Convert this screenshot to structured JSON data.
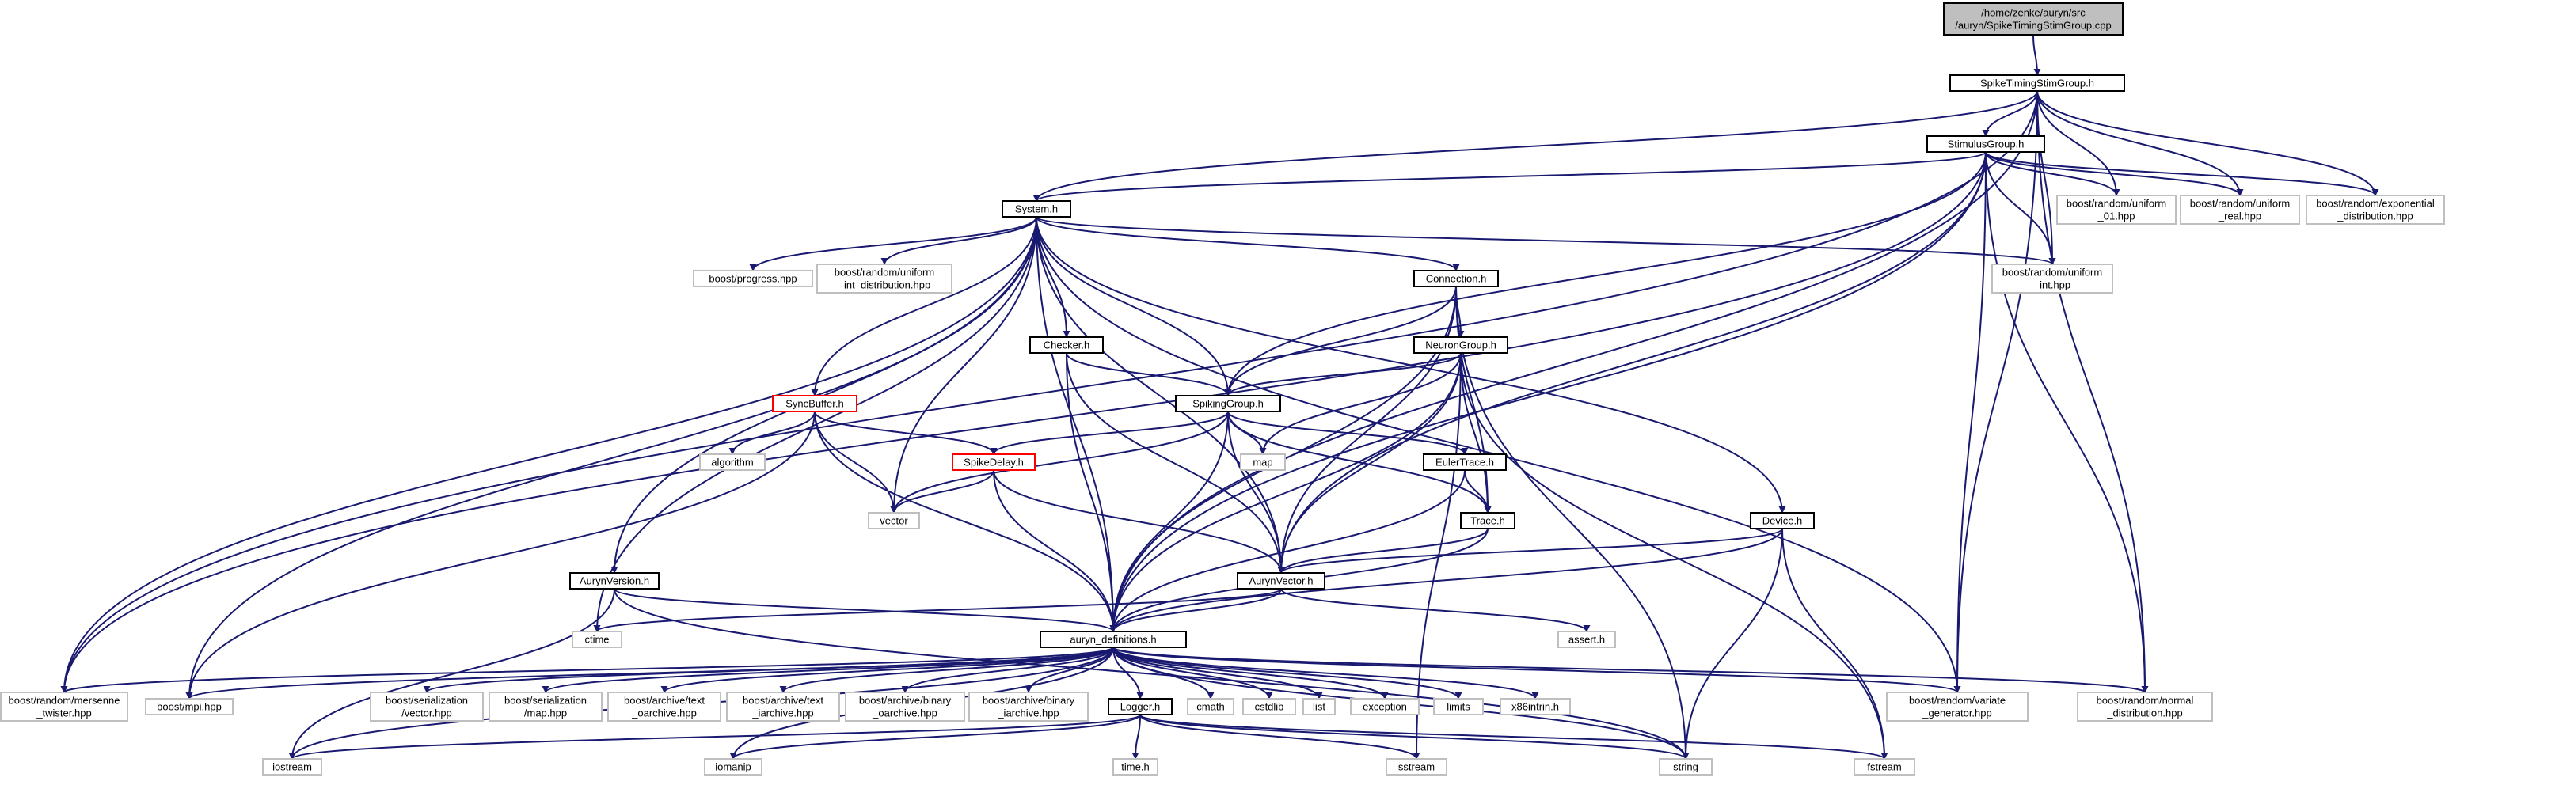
{
  "colors": {
    "edge": "#191970",
    "root_fill": "#bfbfbf",
    "root_border": "#000000",
    "documented_border": "#000000",
    "truncated_border": "#ff0000",
    "external_border": "#bfbfbf",
    "external_text": "#555555",
    "background": "#ffffff"
  },
  "nodes": [
    {
      "id": "root",
      "lines": [
        "/home/zenke/auryn/src",
        "/auryn/SpikeTimingStimGroup.cpp"
      ],
      "kind": "root"
    },
    {
      "id": "stsg",
      "lines": [
        "SpikeTimingStimGroup.h"
      ],
      "kind": "documented"
    },
    {
      "id": "stim",
      "lines": [
        "StimulusGroup.h"
      ],
      "kind": "documented"
    },
    {
      "id": "system",
      "lines": [
        "System.h"
      ],
      "kind": "documented"
    },
    {
      "id": "u01",
      "lines": [
        "boost/random/uniform",
        "_01.hpp"
      ],
      "kind": "external"
    },
    {
      "id": "ureal",
      "lines": [
        "boost/random/uniform",
        "_real.hpp"
      ],
      "kind": "external"
    },
    {
      "id": "expdist",
      "lines": [
        "boost/random/exponential",
        "_distribution.hpp"
      ],
      "kind": "external"
    },
    {
      "id": "progress",
      "lines": [
        "boost/progress.hpp"
      ],
      "kind": "external"
    },
    {
      "id": "uintdist",
      "lines": [
        "boost/random/uniform",
        "_int_distribution.hpp"
      ],
      "kind": "external"
    },
    {
      "id": "connection",
      "lines": [
        "Connection.h"
      ],
      "kind": "documented"
    },
    {
      "id": "uint",
      "lines": [
        "boost/random/uniform",
        "_int.hpp"
      ],
      "kind": "external"
    },
    {
      "id": "checker",
      "lines": [
        "Checker.h"
      ],
      "kind": "documented"
    },
    {
      "id": "neurongroup",
      "lines": [
        "NeuronGroup.h"
      ],
      "kind": "documented"
    },
    {
      "id": "syncbuffer",
      "lines": [
        "SyncBuffer.h"
      ],
      "kind": "truncated"
    },
    {
      "id": "spikinggroup",
      "lines": [
        "SpikingGroup.h"
      ],
      "kind": "documented"
    },
    {
      "id": "algorithm",
      "lines": [
        "algorithm"
      ],
      "kind": "external"
    },
    {
      "id": "spikedelay",
      "lines": [
        "SpikeDelay.h"
      ],
      "kind": "truncated"
    },
    {
      "id": "map",
      "lines": [
        "map"
      ],
      "kind": "external"
    },
    {
      "id": "eulertrace",
      "lines": [
        "EulerTrace.h"
      ],
      "kind": "documented"
    },
    {
      "id": "vector",
      "lines": [
        "vector"
      ],
      "kind": "external"
    },
    {
      "id": "trace",
      "lines": [
        "Trace.h"
      ],
      "kind": "documented"
    },
    {
      "id": "device",
      "lines": [
        "Device.h"
      ],
      "kind": "documented"
    },
    {
      "id": "aurynversion",
      "lines": [
        "AurynVersion.h"
      ],
      "kind": "documented"
    },
    {
      "id": "aurynvector",
      "lines": [
        "AurynVector.h"
      ],
      "kind": "documented"
    },
    {
      "id": "ctime",
      "lines": [
        "ctime"
      ],
      "kind": "external"
    },
    {
      "id": "assert",
      "lines": [
        "assert.h"
      ],
      "kind": "external"
    },
    {
      "id": "defs",
      "lines": [
        "auryn_definitions.h"
      ],
      "kind": "documented"
    },
    {
      "id": "mersenne",
      "lines": [
        "boost/random/mersenne",
        "_twister.hpp"
      ],
      "kind": "external"
    },
    {
      "id": "mpi",
      "lines": [
        "boost/mpi.hpp"
      ],
      "kind": "external"
    },
    {
      "id": "servector",
      "lines": [
        "boost/serialization",
        "/vector.hpp"
      ],
      "kind": "external"
    },
    {
      "id": "sermap",
      "lines": [
        "boost/serialization",
        "/map.hpp"
      ],
      "kind": "external"
    },
    {
      "id": "textoarchive",
      "lines": [
        "boost/archive/text",
        "_oarchive.hpp"
      ],
      "kind": "external"
    },
    {
      "id": "textiarchive",
      "lines": [
        "boost/archive/text",
        "_iarchive.hpp"
      ],
      "kind": "external"
    },
    {
      "id": "binoarchive",
      "lines": [
        "boost/archive/binary",
        "_oarchive.hpp"
      ],
      "kind": "external"
    },
    {
      "id": "biniarchive",
      "lines": [
        "boost/archive/binary",
        "_iarchive.hpp"
      ],
      "kind": "external"
    },
    {
      "id": "logger",
      "lines": [
        "Logger.h"
      ],
      "kind": "documented"
    },
    {
      "id": "cmath",
      "lines": [
        "cmath"
      ],
      "kind": "external"
    },
    {
      "id": "cstdlib",
      "lines": [
        "cstdlib"
      ],
      "kind": "external"
    },
    {
      "id": "list",
      "lines": [
        "list"
      ],
      "kind": "external"
    },
    {
      "id": "exception",
      "lines": [
        "exception"
      ],
      "kind": "external"
    },
    {
      "id": "limits",
      "lines": [
        "limits"
      ],
      "kind": "external"
    },
    {
      "id": "x86intrin",
      "lines": [
        "x86intrin.h"
      ],
      "kind": "external"
    },
    {
      "id": "variate",
      "lines": [
        "boost/random/variate",
        "_generator.hpp"
      ],
      "kind": "external"
    },
    {
      "id": "normaldist",
      "lines": [
        "boost/random/normal",
        "_distribution.hpp"
      ],
      "kind": "external"
    },
    {
      "id": "iostream",
      "lines": [
        "iostream"
      ],
      "kind": "external"
    },
    {
      "id": "iomanip",
      "lines": [
        "iomanip"
      ],
      "kind": "external"
    },
    {
      "id": "timeh",
      "lines": [
        "time.h"
      ],
      "kind": "external"
    },
    {
      "id": "sstream",
      "lines": [
        "sstream"
      ],
      "kind": "external"
    },
    {
      "id": "string",
      "lines": [
        "string"
      ],
      "kind": "external"
    },
    {
      "id": "fstream",
      "lines": [
        "fstream"
      ],
      "kind": "external"
    }
  ],
  "edges": [
    [
      "root",
      "stsg"
    ],
    [
      "stsg",
      "stim"
    ],
    [
      "stsg",
      "system"
    ],
    [
      "stsg",
      "u01"
    ],
    [
      "stsg",
      "ureal"
    ],
    [
      "stsg",
      "expdist"
    ],
    [
      "stsg",
      "uint"
    ],
    [
      "stsg",
      "mersenne"
    ],
    [
      "stsg",
      "defs"
    ],
    [
      "stsg",
      "variate"
    ],
    [
      "stsg",
      "normaldist"
    ],
    [
      "stim",
      "system"
    ],
    [
      "stim",
      "u01"
    ],
    [
      "stim",
      "ureal"
    ],
    [
      "stim",
      "expdist"
    ],
    [
      "stim",
      "uint"
    ],
    [
      "stim",
      "spikinggroup"
    ],
    [
      "stim",
      "aurynvector"
    ],
    [
      "stim",
      "defs"
    ],
    [
      "stim",
      "mersenne"
    ],
    [
      "stim",
      "variate"
    ],
    [
      "stim",
      "normaldist"
    ],
    [
      "system",
      "progress"
    ],
    [
      "system",
      "uintdist"
    ],
    [
      "system",
      "connection"
    ],
    [
      "system",
      "uint"
    ],
    [
      "system",
      "checker"
    ],
    [
      "system",
      "syncbuffer"
    ],
    [
      "system",
      "spikinggroup"
    ],
    [
      "system",
      "device"
    ],
    [
      "system",
      "aurynversion"
    ],
    [
      "system",
      "aurynvector"
    ],
    [
      "system",
      "vector"
    ],
    [
      "system",
      "ctime"
    ],
    [
      "system",
      "defs"
    ],
    [
      "system",
      "mersenne"
    ],
    [
      "system",
      "mpi"
    ],
    [
      "system",
      "variate"
    ],
    [
      "connection",
      "neurongroup"
    ],
    [
      "connection",
      "spikinggroup"
    ],
    [
      "connection",
      "aurynvector"
    ],
    [
      "connection",
      "trace"
    ],
    [
      "connection",
      "defs"
    ],
    [
      "connection",
      "string"
    ],
    [
      "checker",
      "spikinggroup"
    ],
    [
      "checker",
      "aurynvector"
    ],
    [
      "checker",
      "defs"
    ],
    [
      "neurongroup",
      "spikinggroup"
    ],
    [
      "neurongroup",
      "map"
    ],
    [
      "neurongroup",
      "aurynvector"
    ],
    [
      "neurongroup",
      "trace"
    ],
    [
      "neurongroup",
      "defs"
    ],
    [
      "neurongroup",
      "sstream"
    ],
    [
      "neurongroup",
      "fstream"
    ],
    [
      "syncbuffer",
      "algorithm"
    ],
    [
      "syncbuffer",
      "spikedelay"
    ],
    [
      "syncbuffer",
      "vector"
    ],
    [
      "syncbuffer",
      "defs"
    ],
    [
      "syncbuffer",
      "mpi"
    ],
    [
      "spikinggroup",
      "spikedelay"
    ],
    [
      "spikinggroup",
      "map"
    ],
    [
      "spikinggroup",
      "vector"
    ],
    [
      "spikinggroup",
      "eulertrace"
    ],
    [
      "spikinggroup",
      "aurynvector"
    ],
    [
      "spikinggroup",
      "trace"
    ],
    [
      "spikinggroup",
      "defs"
    ],
    [
      "spikedelay",
      "vector"
    ],
    [
      "spikedelay",
      "aurynvector"
    ],
    [
      "spikedelay",
      "defs"
    ],
    [
      "eulertrace",
      "trace"
    ],
    [
      "eulertrace",
      "defs"
    ],
    [
      "trace",
      "aurynvector"
    ],
    [
      "trace",
      "defs"
    ],
    [
      "device",
      "aurynvector"
    ],
    [
      "device",
      "defs"
    ],
    [
      "device",
      "string"
    ],
    [
      "device",
      "fstream"
    ],
    [
      "aurynversion",
      "defs"
    ],
    [
      "aurynversion",
      "string"
    ],
    [
      "aurynversion",
      "iostream"
    ],
    [
      "aurynvector",
      "defs"
    ],
    [
      "aurynvector",
      "ctime"
    ],
    [
      "aurynvector",
      "assert"
    ],
    [
      "defs",
      "mersenne"
    ],
    [
      "defs",
      "mpi"
    ],
    [
      "defs",
      "servector"
    ],
    [
      "defs",
      "sermap"
    ],
    [
      "defs",
      "textoarchive"
    ],
    [
      "defs",
      "textiarchive"
    ],
    [
      "defs",
      "binoarchive"
    ],
    [
      "defs",
      "biniarchive"
    ],
    [
      "defs",
      "logger"
    ],
    [
      "defs",
      "cmath"
    ],
    [
      "defs",
      "cstdlib"
    ],
    [
      "defs",
      "list"
    ],
    [
      "defs",
      "exception"
    ],
    [
      "defs",
      "limits"
    ],
    [
      "defs",
      "x86intrin"
    ],
    [
      "defs",
      "variate"
    ],
    [
      "defs",
      "normaldist"
    ],
    [
      "defs",
      "iostream"
    ],
    [
      "defs",
      "iomanip"
    ],
    [
      "defs",
      "string"
    ],
    [
      "logger",
      "iostream"
    ],
    [
      "logger",
      "iomanip"
    ],
    [
      "logger",
      "timeh"
    ],
    [
      "logger",
      "sstream"
    ],
    [
      "logger",
      "string"
    ],
    [
      "logger",
      "fstream"
    ]
  ]
}
